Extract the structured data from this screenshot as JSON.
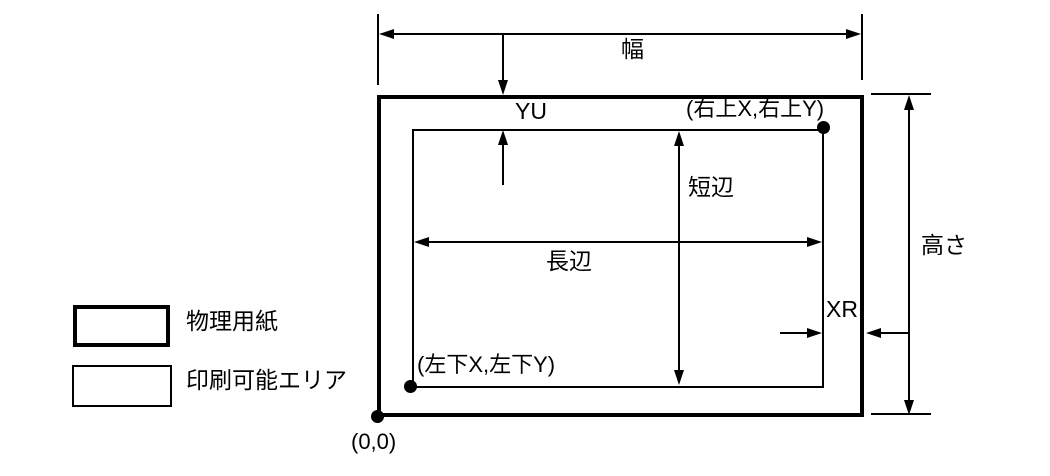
{
  "diagram": {
    "type": "paper-printable-area-dimension-diagram",
    "dimensions": {
      "width_label": "幅",
      "height_label": "高さ",
      "top_margin_label": "YU",
      "right_margin_label": "XR",
      "long_side_label": "長辺",
      "short_side_label": "短辺"
    },
    "points": {
      "origin_label": "(0,0)",
      "bottom_left_label": "(左下X,左下Y)",
      "top_right_label": "(右上X,右上Y)"
    },
    "legend": [
      {
        "swatch": "thick-border-box",
        "label": "物理用紙"
      },
      {
        "swatch": "thin-border-box",
        "label": "印刷可能エリア"
      }
    ],
    "colors": {
      "line": "#000000",
      "background": "#ffffff"
    }
  }
}
